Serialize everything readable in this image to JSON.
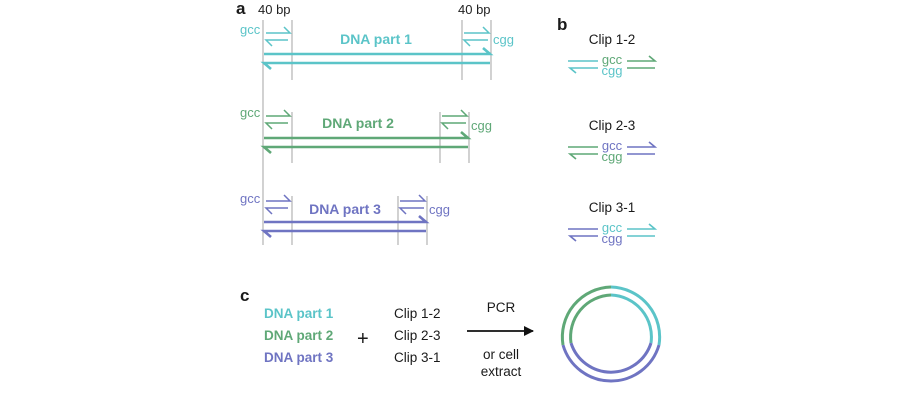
{
  "colors": {
    "part1": "#5bc4c8",
    "part2": "#5fa877",
    "part3": "#6f74c2",
    "guide": "#9a9a9a",
    "text": "#1a1a1a"
  },
  "panel_a": {
    "label": "a",
    "bp_left": "40 bp",
    "bp_right": "40 bp",
    "left_seq": "gcc",
    "right_seq": "cgg",
    "parts": [
      {
        "name": "DNA part 1",
        "color_key": "part1"
      },
      {
        "name": "DNA part 2",
        "color_key": "part2"
      },
      {
        "name": "DNA part 3",
        "color_key": "part3"
      }
    ]
  },
  "panel_b": {
    "label": "b",
    "clips": [
      {
        "title": "Clip 1-2",
        "top": "gcc",
        "bottom": "cgg",
        "left_color": "part1",
        "right_color": "part2"
      },
      {
        "title": "Clip 2-3",
        "top": "gcc",
        "bottom": "cgg",
        "left_color": "part2",
        "right_color": "part3"
      },
      {
        "title": "Clip 3-1",
        "top": "gcc",
        "bottom": "cgg",
        "left_color": "part3",
        "right_color": "part1"
      }
    ]
  },
  "panel_c": {
    "label": "c",
    "parts": [
      "DNA part 1",
      "DNA part 2",
      "DNA part 3"
    ],
    "plus": "+",
    "clips": [
      "Clip 1-2",
      "Clip 2-3",
      "Clip 3-1"
    ],
    "reaction_top": "PCR",
    "reaction_bottom_1": "or cell",
    "reaction_bottom_2": "extract"
  }
}
